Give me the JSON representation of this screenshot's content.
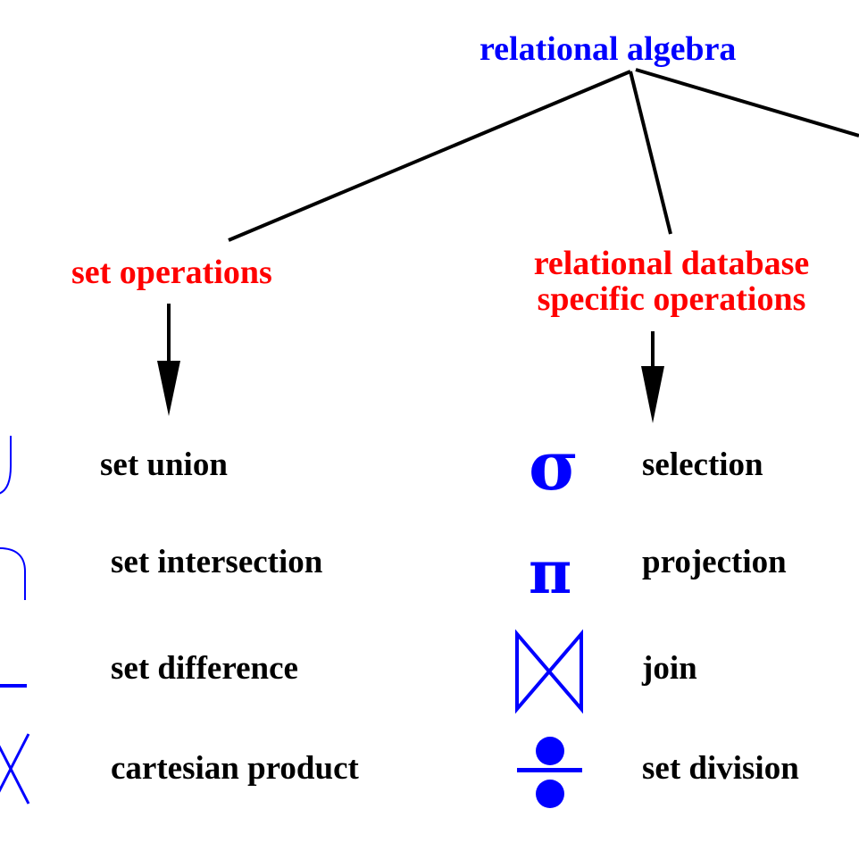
{
  "title": "relational algebra",
  "categories": {
    "set": {
      "label": "set operations"
    },
    "relational": {
      "line1": "relational database",
      "line2": "specific operations"
    }
  },
  "set_operations": [
    {
      "label": "set union",
      "icon": "union-icon"
    },
    {
      "label": "set intersection",
      "icon": "intersection-icon"
    },
    {
      "label": "set difference",
      "icon": "difference-icon"
    },
    {
      "label": "cartesian product",
      "icon": "product-icon"
    }
  ],
  "relational_operations": [
    {
      "label": "selection",
      "icon": "sigma-icon",
      "glyph": "σ"
    },
    {
      "label": "projection",
      "icon": "pi-icon",
      "glyph": "π"
    },
    {
      "label": "join",
      "icon": "bowtie-icon"
    },
    {
      "label": "set division",
      "icon": "division-icon"
    }
  ],
  "colors": {
    "title": "#0000ff",
    "category": "#ff0000",
    "symbol": "#0000ff",
    "text": "#000000",
    "line": "#000000"
  }
}
